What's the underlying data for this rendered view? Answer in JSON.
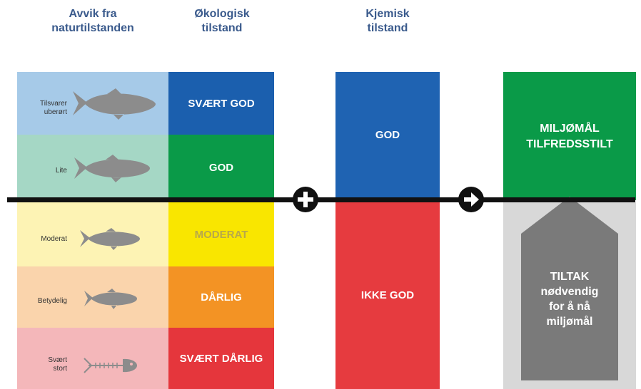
{
  "headers": {
    "avvik": [
      "Avvik fra",
      "naturtilstanden"
    ],
    "okologisk": [
      "Økologisk",
      "tilstand"
    ],
    "kjemisk": [
      "Kjemisk",
      "tilstand"
    ]
  },
  "rows": [
    {
      "deviation": [
        "Tilsvarer",
        "uberørt"
      ],
      "status": "SVÆRT GOD"
    },
    {
      "deviation": [
        "Lite"
      ],
      "status": "GOD"
    },
    {
      "deviation": [
        "Moderat"
      ],
      "status": "MODERAT"
    },
    {
      "deviation": [
        "Betydelig"
      ],
      "status": "DÅRLIG"
    },
    {
      "deviation": [
        "Svært",
        "stort"
      ],
      "status": "SVÆRT DÅRLIG"
    }
  ],
  "chemical": {
    "good": "GOD",
    "not_good": "IKKE GOD"
  },
  "result": {
    "achieved": [
      "MILJØMÅL",
      "TILFREDSSTILT"
    ],
    "action": [
      "TILTAK",
      "nødvendig",
      "for å nå",
      "miljømål"
    ]
  },
  "icons": {
    "plus": "plus-icon",
    "arrow": "arrow-right-icon"
  },
  "colors": {
    "very_good": "#1b5fae",
    "good": "#0a9a48",
    "moderate": "#f9e600",
    "poor": "#f39324",
    "bad": "#e5363c",
    "chem_good": "#1f63b2",
    "chem_bad": "#e63b3f",
    "action_grey": "#7a7a7a"
  }
}
